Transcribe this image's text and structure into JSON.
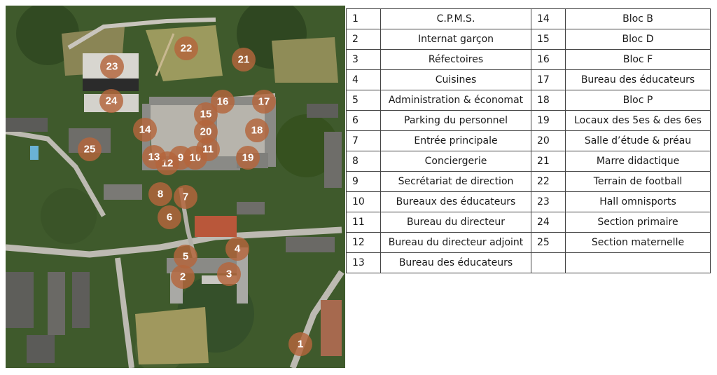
{
  "map": {
    "markers": [
      {
        "label": "1"
      },
      {
        "label": "2"
      },
      {
        "label": "3"
      },
      {
        "label": "4"
      },
      {
        "label": "5"
      },
      {
        "label": "6"
      },
      {
        "label": "7"
      },
      {
        "label": "8"
      },
      {
        "label": "9"
      },
      {
        "label": "10"
      },
      {
        "label": "11"
      },
      {
        "label": "12"
      },
      {
        "label": "13"
      },
      {
        "label": "14"
      },
      {
        "label": "15"
      },
      {
        "label": "16"
      },
      {
        "label": "17"
      },
      {
        "label": "18"
      },
      {
        "label": "19"
      },
      {
        "label": "20"
      },
      {
        "label": "21"
      },
      {
        "label": "22"
      },
      {
        "label": "23"
      },
      {
        "label": "24"
      },
      {
        "label": "25"
      }
    ],
    "colors": {
      "marker_fill": "#b5653c",
      "vegetation": "#3f5a2c",
      "roof_gray": "#8a8a86",
      "roof_red": "#b9573a",
      "lawn": "#9c9a5e",
      "road": "#bdbab2"
    }
  },
  "legend": {
    "rows": [
      {
        "n1": "1",
        "name1": "C.P.M.S.",
        "n2": "14",
        "name2": "Bloc B"
      },
      {
        "n1": "2",
        "name1": "Internat garçon",
        "n2": "15",
        "name2": "Bloc D"
      },
      {
        "n1": "3",
        "name1": "Réfectoires",
        "n2": "16",
        "name2": "Bloc F"
      },
      {
        "n1": "4",
        "name1": "Cuisines",
        "n2": "17",
        "name2": "Bureau des éducateurs"
      },
      {
        "n1": "5",
        "name1": "Administration & économat",
        "n2": "18",
        "name2": "Bloc P"
      },
      {
        "n1": "6",
        "name1": "Parking du personnel",
        "n2": "19",
        "name2": "Locaux des 5es & des 6es"
      },
      {
        "n1": "7",
        "name1": "Entrée principale",
        "n2": "20",
        "name2": "Salle d’étude & préau"
      },
      {
        "n1": "8",
        "name1": "Conciergerie",
        "n2": "21",
        "name2": "Marre didactique"
      },
      {
        "n1": "9",
        "name1": "Secrétariat de direction",
        "n2": "22",
        "name2": "Terrain de football"
      },
      {
        "n1": "10",
        "name1": "Bureaux des éducateurs",
        "n2": "23",
        "name2": "Hall omnisports"
      },
      {
        "n1": "11",
        "name1": "Bureau du directeur",
        "n2": "24",
        "name2": "Section primaire"
      },
      {
        "n1": "12",
        "name1": "Bureau du directeur adjoint",
        "n2": "25",
        "name2": "Section maternelle"
      },
      {
        "n1": "13",
        "name1": "Bureau des éducateurs",
        "n2": "",
        "name2": ""
      }
    ]
  }
}
